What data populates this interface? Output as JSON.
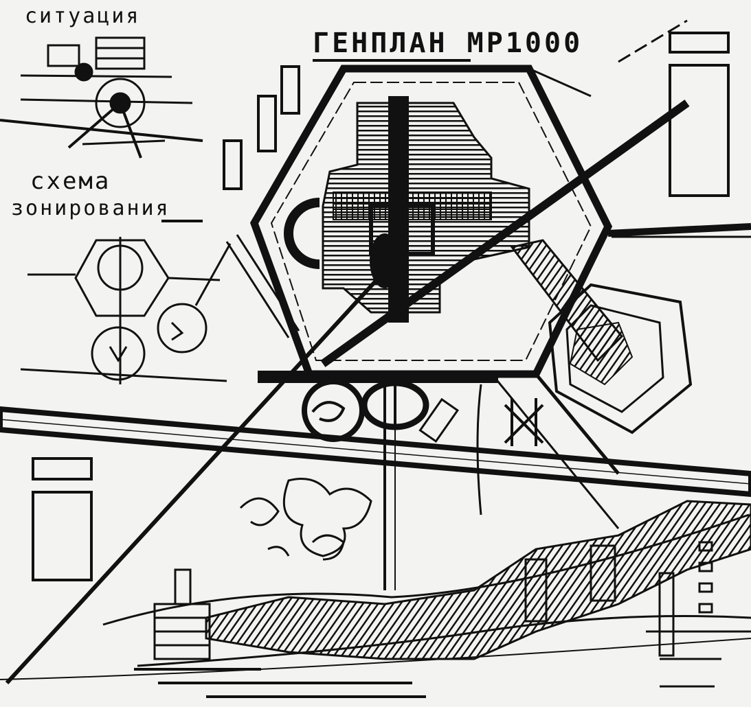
{
  "labels": {
    "situation": "ситуация",
    "title": "ГЕНПЛАН МР1000",
    "zoning_line1": "схема",
    "zoning_line2": "зонирования"
  },
  "colors": {
    "ink": "#111111",
    "paper": "#f3f3f1"
  }
}
